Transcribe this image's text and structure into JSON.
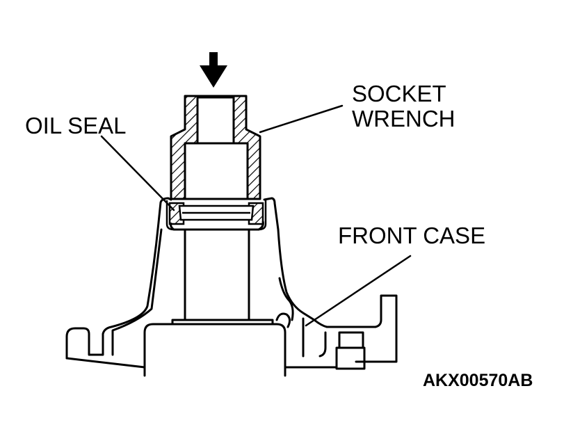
{
  "labels": {
    "oil_seal": "OIL SEAL",
    "socket_line1": "SOCKET",
    "socket_line2": "WRENCH",
    "front_case": "FRONT CASE",
    "figure_code": "AKX00570AB"
  },
  "colors": {
    "ink": "#000000",
    "paper": "#ffffff"
  },
  "icons": {
    "press_direction": "arrow-down-icon"
  }
}
